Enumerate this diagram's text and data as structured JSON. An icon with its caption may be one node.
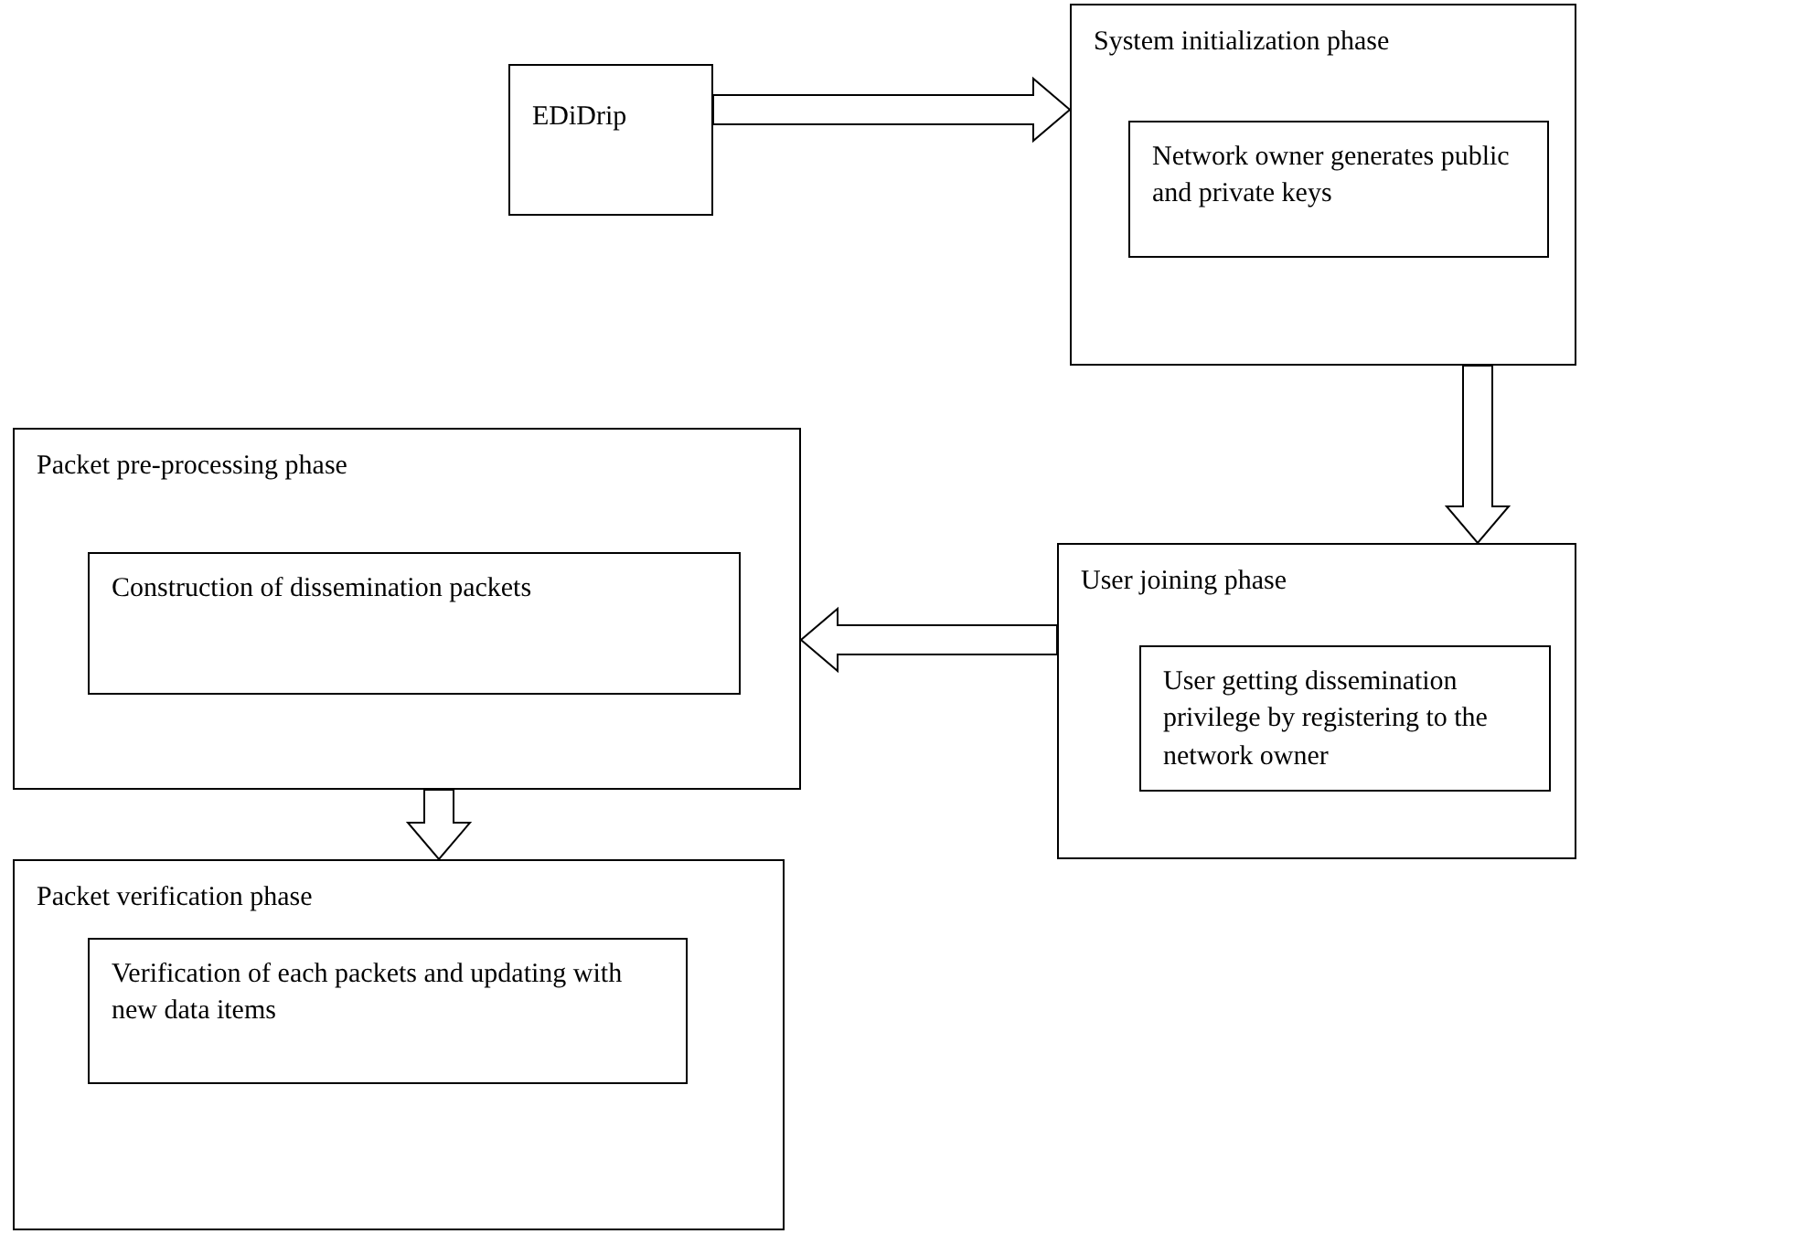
{
  "diagram": {
    "nodes": [
      {
        "text": [
          "EDiDrip"
        ]
      },
      {
        "text": [
          "System initialization phase"
        ]
      },
      {
        "text": [
          "Network owner generates public and private keys"
        ],
        "in": 1
      },
      {
        "text": [
          "Packet pre-processing phase"
        ]
      },
      {
        "text": [
          "Construction of dissemination packets"
        ],
        "in": 3
      },
      {
        "text": [
          "User joining phase"
        ]
      },
      {
        "text": [
          "User getting dissemination privilege by registering to the network owner"
        ],
        "in": 5
      },
      {
        "text": [
          "Packet verification phase"
        ]
      },
      {
        "text": [
          "Verification of each packets and updating with new data items"
        ],
        "in": 7
      }
    ],
    "edges": [
      {
        "from": 0,
        "to": 1,
        "arrow": "to"
      },
      {
        "from": 1,
        "to": 5,
        "arrow": "to"
      },
      {
        "from": 5,
        "to": 3,
        "arrow": "to"
      },
      {
        "from": 3,
        "to": 7,
        "arrow": "to"
      }
    ]
  }
}
